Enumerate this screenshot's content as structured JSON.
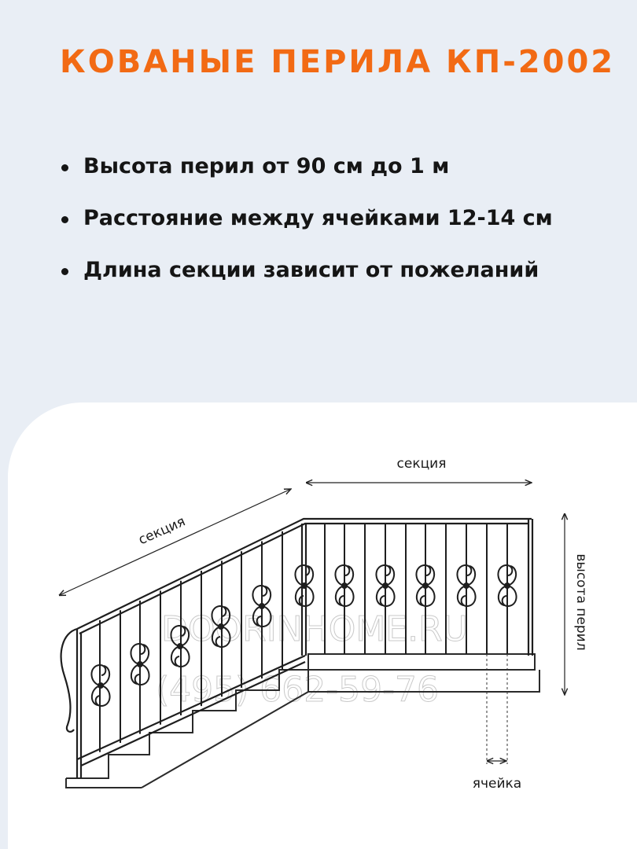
{
  "title": "КОВАНЫЕ ПЕРИЛА КП-2002",
  "bullets": [
    "Высота перил от 90 см до 1 м",
    "Расстояние между ячейками 12-14 см",
    "Длина секции зависит от пожеланий"
  ],
  "diagram": {
    "label_section_sloped": "секция",
    "label_section_flat": "секция",
    "label_height": "высота перил",
    "label_cell": "ячейка",
    "watermark_site": "DOORINHOME.RU",
    "watermark_phone": "(495) 662-59-76"
  },
  "colors": {
    "accent": "#f26a14",
    "background": "#e9eef5",
    "panel": "#ffffff",
    "text": "#151515"
  }
}
